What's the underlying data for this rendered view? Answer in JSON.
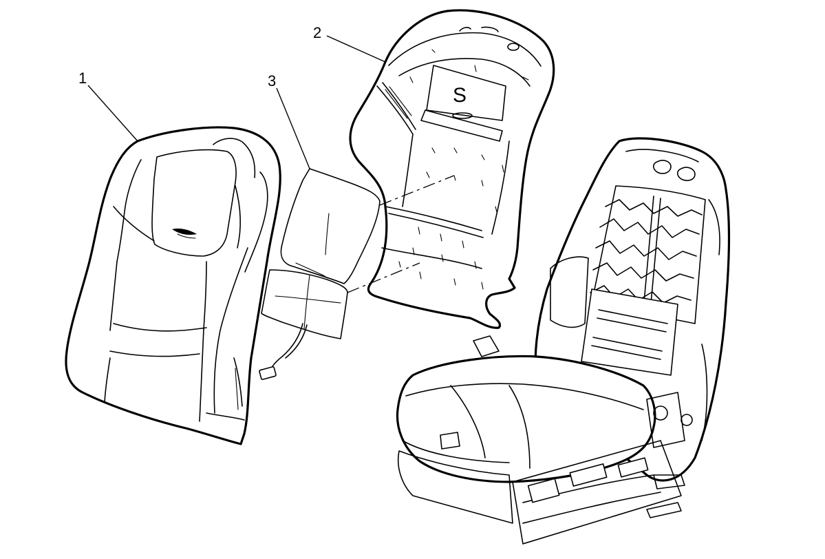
{
  "callouts": [
    {
      "label": "1",
      "part": "seat-back-cover"
    },
    {
      "label": "2",
      "part": "seat-back-cushion-pad"
    },
    {
      "label": "3",
      "part": "seat-back-heater-element"
    }
  ],
  "pad_logo_letter": "S"
}
